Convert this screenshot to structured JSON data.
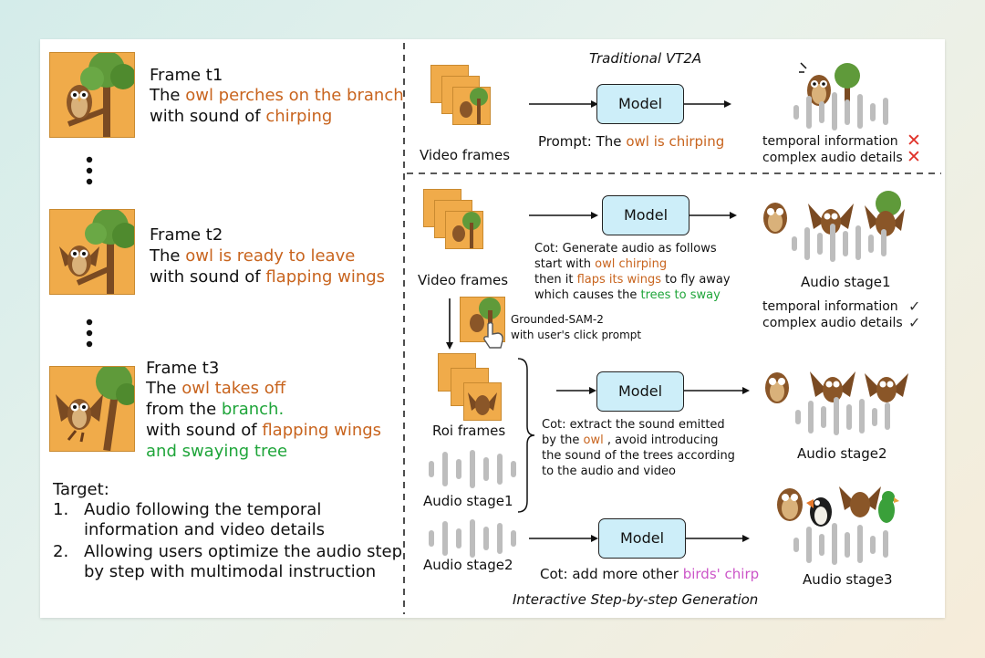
{
  "left": {
    "frame1": {
      "title": "Frame t1",
      "line1_pre": "The ",
      "line1_hi": "owl perches on the branch",
      "line2_pre": "with sound of ",
      "line2_hi": "chirping"
    },
    "frame2": {
      "title": "Frame t2",
      "line1_pre": "The ",
      "line1_hi": "owl is ready to leave",
      "line2_pre": "with sound of ",
      "line2_hi": "flapping wings"
    },
    "frame3": {
      "title": "Frame t3",
      "line1_pre": "The ",
      "line1_hi": "owl takes off",
      "line2_pre": "from the ",
      "line2_hi": "branch.",
      "line3_pre": "with sound of ",
      "line3_hi": "flapping wings",
      "line4_hi": "and swaying tree"
    },
    "target": {
      "title": "Target:",
      "item1_num": "1.",
      "item1_l1": "Audio following the temporal",
      "item1_l2": "information and video details",
      "item2_num": "2.",
      "item2_l1": "Allowing users optimize the audio step",
      "item2_l2": "by step with multimodal instruction"
    }
  },
  "traditional": {
    "title": "Traditional VT2A",
    "video_label": "Video frames",
    "model": "Model",
    "prompt_pre": "Prompt: The ",
    "prompt_hi": "owl is chirping",
    "check1": "temporal information",
    "check2": "complex audio details",
    "fail_mark": "✕"
  },
  "interactive": {
    "title": "Interactive Step-by-step Generation",
    "video_label": "Video frames",
    "roi_label": "Roi frames",
    "sam_l1": "Grounded-SAM-2",
    "sam_l2": "with user's click prompt",
    "audio_stage1_in": "Audio stage1",
    "audio_stage2_in": "Audio stage2",
    "model": "Model",
    "cot1": {
      "l1": "Cot: Generate audio as follows",
      "l2_pre": "start with ",
      "l2_hi": "owl chirping",
      "l3_pre": "then it ",
      "l3_hi": "flaps its wings",
      "l3_post": " to fly away",
      "l4_pre": "which  causes the ",
      "l4_hi": "trees to sway"
    },
    "cot2": {
      "l1": "Cot: extract the sound emitted",
      "l2_pre": "by the ",
      "l2_hi": "owl",
      "l2_post": " , avoid introducing",
      "l3": "the sound of the trees according",
      "l4": "to the audio and video"
    },
    "cot3": {
      "pre": "Cot: add more other ",
      "hi": "birds' chirp"
    },
    "out1": "Audio stage1",
    "out2": "Audio stage2",
    "out3": "Audio stage3",
    "check1": "temporal information",
    "check2": "complex audio details",
    "ok_mark": "✓"
  }
}
